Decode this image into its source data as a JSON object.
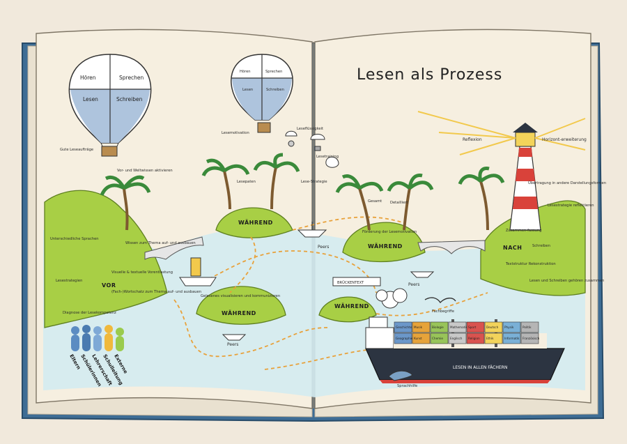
{
  "title": "Lesen als Prozess",
  "balloon_left": {
    "q1": "Hören",
    "q2": "Sprechen",
    "q3": "Lesen",
    "q4": "Schreiben"
  },
  "balloon_mid": {
    "q1": "Hören",
    "q2": "Sprechen",
    "q3": "Lesen",
    "q4": "Schreiben"
  },
  "islands": {
    "vor": "VOR",
    "waehrend_top": "WÄHREND",
    "waehrend_bottom": "WÄHREND",
    "waehrend_right": "WÄHREND",
    "waehrend_small": "WÄHREND",
    "nach": "NACH"
  },
  "bridge_sign": "BRÜCKENTEXT",
  "labels": {
    "gute_leseauftraege": "Gute Leseaufträge",
    "vorwissen": "Vor- und Weltwissen aktivieren",
    "unterschiedliche_sprachen": "Unterschiedliche Sprachen",
    "wissen_thema": "Wissen zum Thema auf- und ausbauen",
    "visuelle_textuelle": "Visuelle & textuelle Vorentlastung",
    "fach_wortschatz": "(Fach-)Wortschatz zum Thema auf- und ausbauen",
    "lesestrategien_links": "Lesestrategien",
    "diagnose": "Diagnose der Lesekompetenz",
    "lesemotivation": "Lesemotivation",
    "lesefluessigkeit": "Leseflüssigkeit",
    "lesetraining": "Lesetraining",
    "lesepaten": "Lesepaten",
    "lesestrategie": "Lese-Strategie",
    "gelesenes": "Gelesenes visualisieren und kommunizieren",
    "peers1": "Peers",
    "peers2": "Peers",
    "peers3": "Peers",
    "foerderung": "Förderung der Lesemotivation",
    "gesamt": "Gesamt",
    "detailliert": "Detailliert",
    "reflexion": "Reflexion",
    "horizont": "Horizont-erweiterung",
    "uebertragung": "Übertragung in andere Darstellungsformen",
    "lesestrategie_reflektieren": "Lesestrategie reflektieren",
    "zusammenfassung": "Zusammen-fassung",
    "schreiben": "Schreiben",
    "textstruktur": "Textstruktur Rekonstruktion",
    "lesen_schreiben": "Lesen und Schreiben gehören zusammen",
    "fachbegriffe": "Fachbegriffe",
    "sprachhilfe": "Sprachhilfe",
    "lesen_faechern": "LESEN IN ALLEN FÄCHERN"
  },
  "containers": [
    "Geschichte",
    "Musik",
    "Biologie",
    "Mathematik",
    "Sport",
    "Deutsch",
    "Physik",
    "Politik",
    "Geographie",
    "Kunst",
    "Chemie",
    "Englisch",
    "Religion",
    "Ethik",
    "Informatik",
    "Französisch"
  ],
  "people": [
    "Eltern",
    "Schülerinnen",
    "Lehrerschaft",
    "Schulleitung",
    "Externe"
  ],
  "colors": {
    "book_blue": "#3e6d95",
    "page": "#f5eedf",
    "water": "#cfe7ee",
    "grass": "#a8cf45",
    "dashed": "#e8a13a",
    "ship_hull": "#2c3441"
  }
}
